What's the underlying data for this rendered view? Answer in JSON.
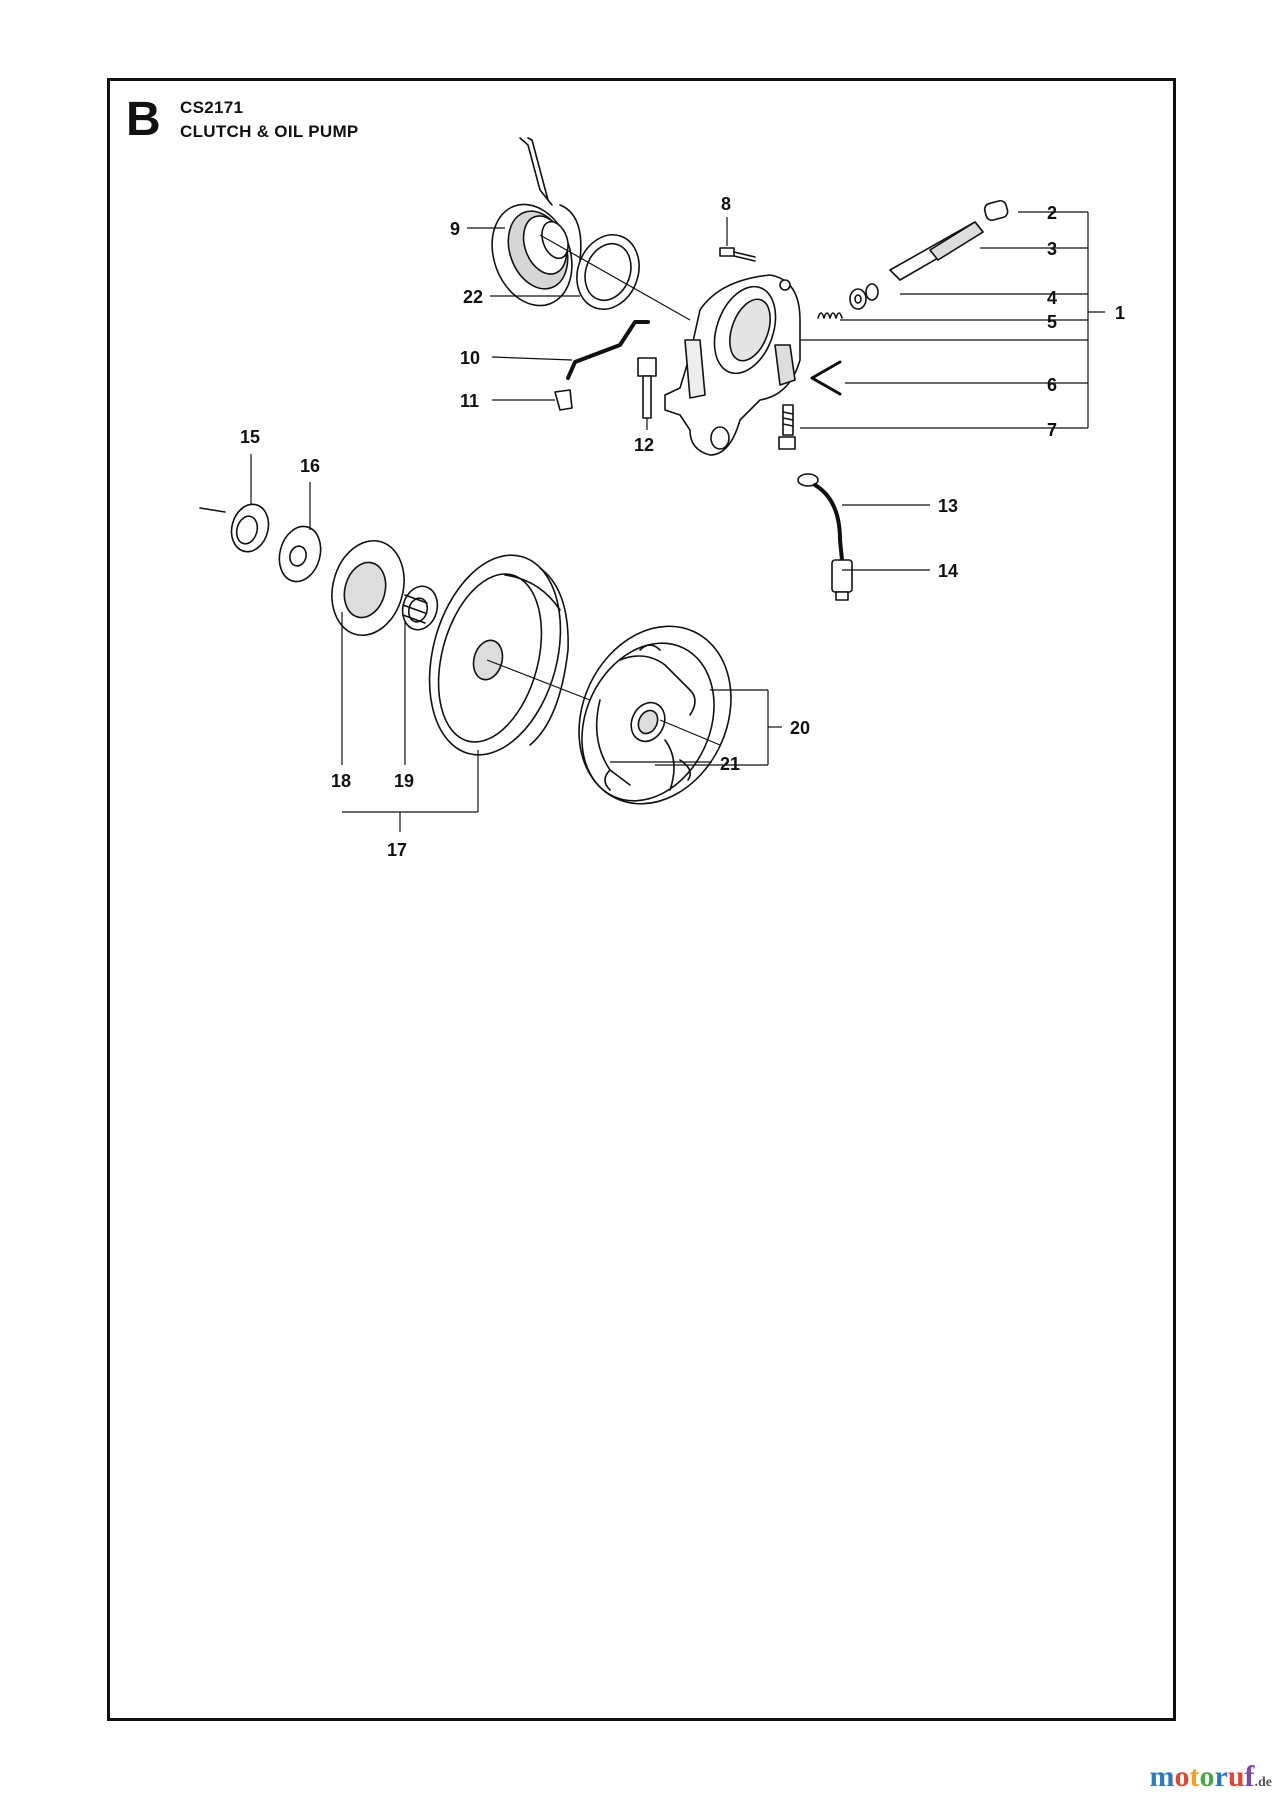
{
  "header": {
    "section_letter": "B",
    "model_code": "CS2171",
    "title": "CLUTCH & OIL PUMP"
  },
  "callouts": {
    "n1": "1",
    "n2": "2",
    "n3": "3",
    "n4": "4",
    "n5": "5",
    "n6": "6",
    "n7": "7",
    "n8": "8",
    "n9": "9",
    "n10": "10",
    "n11": "11",
    "n12": "12",
    "n13": "13",
    "n14": "14",
    "n15": "15",
    "n16": "16",
    "n17": "17",
    "n18": "18",
    "n19": "19",
    "n20": "20",
    "n21": "21",
    "n22": "22"
  },
  "watermark": {
    "m": "m",
    "o1": "o",
    "t": "t",
    "o2": "o",
    "r": "r",
    "u": "u",
    "f": "f",
    "de": ".de"
  },
  "colors": {
    "line": "#111111",
    "part_fill": "#ffffff",
    "shade": "#cfcfcf"
  }
}
